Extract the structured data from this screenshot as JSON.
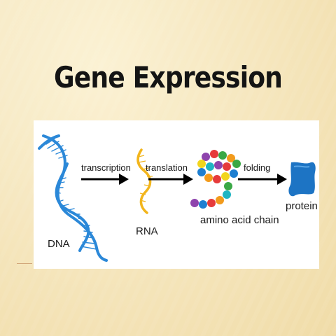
{
  "slide": {
    "title": "Gene Expression"
  },
  "diagram": {
    "stages": {
      "dna": "DNA",
      "rna": "RNA",
      "amino_acid_chain": "amino acid chain",
      "protein": "protein"
    },
    "processes": {
      "transcription": "transcription",
      "translation": "translation",
      "folding": "folding"
    },
    "colors": {
      "dna_strand": "#2b88d8",
      "rna_strand": "#f2b51c",
      "protein": "#1d74c4",
      "arrow": "#000000",
      "bead_palette": [
        "#e63b3b",
        "#f29b1c",
        "#f2d51c",
        "#3aa845",
        "#1e7fd1",
        "#8e44ad",
        "#1fb5c2"
      ]
    },
    "icons": [
      "dna-helix-icon",
      "rna-strand-icon",
      "amino-acid-chain-icon",
      "folded-protein-icon"
    ]
  }
}
